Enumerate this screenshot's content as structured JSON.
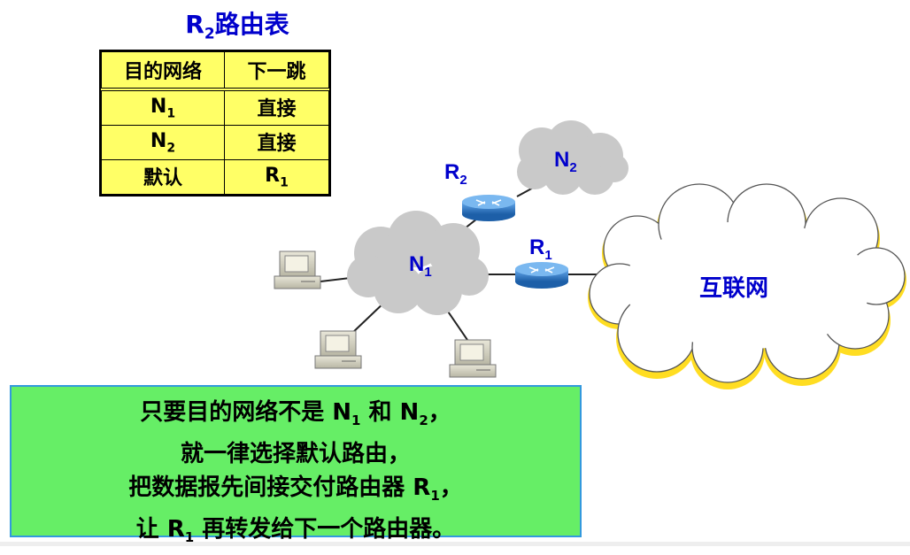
{
  "title": {
    "main": "R",
    "sub": "2",
    "tail": "路由表"
  },
  "table": {
    "header": [
      "目的网络",
      "下一跳"
    ],
    "rows": [
      {
        "dest": "N",
        "dest_sub": "1",
        "next": "直接",
        "next_sub": ""
      },
      {
        "dest": "N",
        "dest_sub": "2",
        "next": "直接",
        "next_sub": ""
      },
      {
        "dest": "默认",
        "dest_sub": "",
        "next": "R",
        "next_sub": "1"
      }
    ]
  },
  "labels": {
    "r2": "R",
    "r2_sub": "2",
    "r1": "R",
    "r1_sub": "1",
    "n1": "N",
    "n1_sub": "1",
    "n2": "N",
    "n2_sub": "2",
    "internet": "互联网"
  },
  "note": {
    "l1a": "只要目的网络不是 N",
    "l1s1": "1",
    "l1b": " 和 N",
    "l1s2": "2",
    "l1c": "，",
    "l2": "就一律选择默认路由，",
    "l3a": "把数据报先间接交付路由器 R",
    "l3s": "1",
    "l3b": "，",
    "l4a": "让 R",
    "l4s": "1",
    "l4b": " 再转发给下一个路由器。"
  },
  "colors": {
    "title": "#0000cc",
    "table_bg": "#ffff66",
    "note_bg": "#66ee66",
    "note_border": "#3399dd",
    "router": "#2277cc",
    "cloud": "#cccccc"
  }
}
